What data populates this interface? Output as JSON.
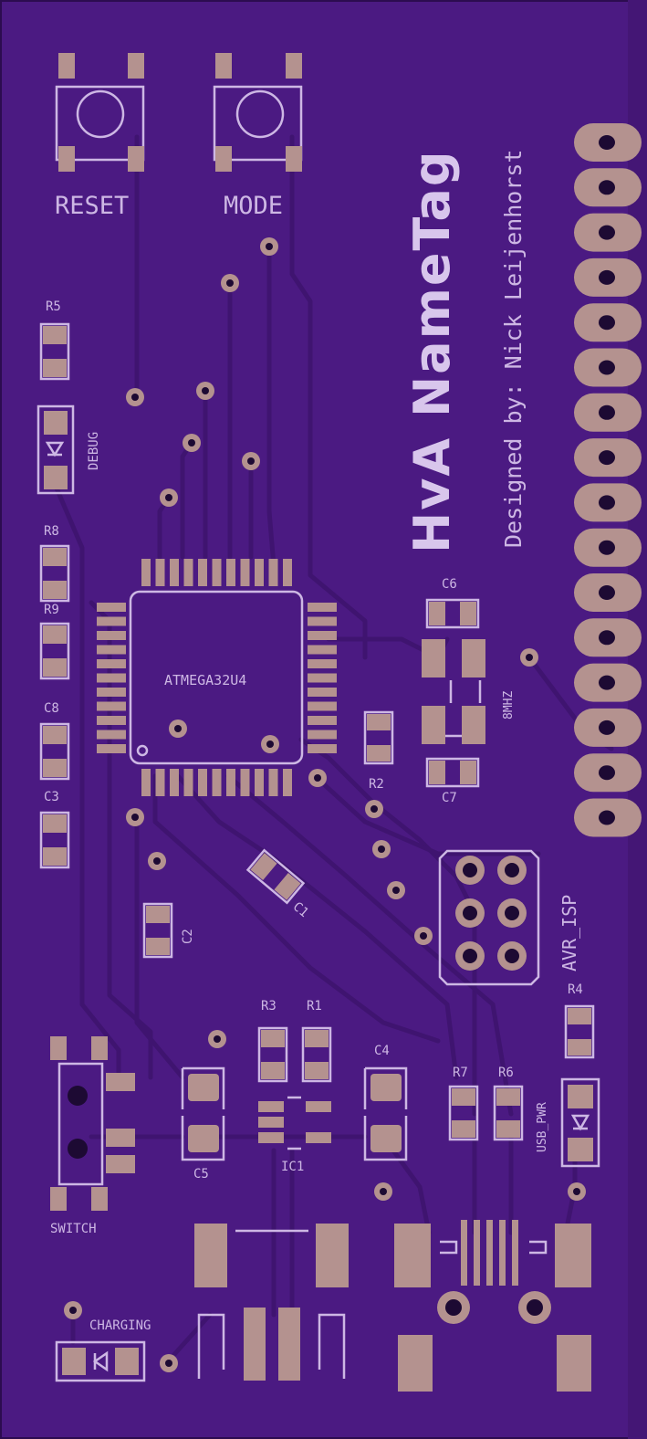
{
  "board": {
    "title": "HvA NameTag",
    "designer": "Designed by: Nick Leijenhorst",
    "colors": {
      "board": "#4b1a82",
      "silk": "#cdb7e4",
      "pad": "#b4928f",
      "trace": "#3f1470"
    }
  },
  "buttons": {
    "reset": "RESET",
    "mode": "MODE"
  },
  "components": {
    "r5": "R5",
    "r8": "R8",
    "r9": "R9",
    "c8": "C8",
    "c3": "C3",
    "c2": "C2",
    "c1": "C1",
    "r2": "R2",
    "c6": "C6",
    "c7": "C7",
    "crystal": "8MHZ",
    "mcu": "ATMEGA32U4",
    "debug": "DEBUG",
    "avr_isp": "AVR_ISP",
    "r4": "R4",
    "r3": "R3",
    "r1": "R1",
    "c4": "C4",
    "r7": "R7",
    "r6": "R6",
    "usb_pwr": "USB_PWR",
    "c5": "C5",
    "ic1": "IC1",
    "switch": "SWITCH",
    "charging": "CHARGING"
  }
}
